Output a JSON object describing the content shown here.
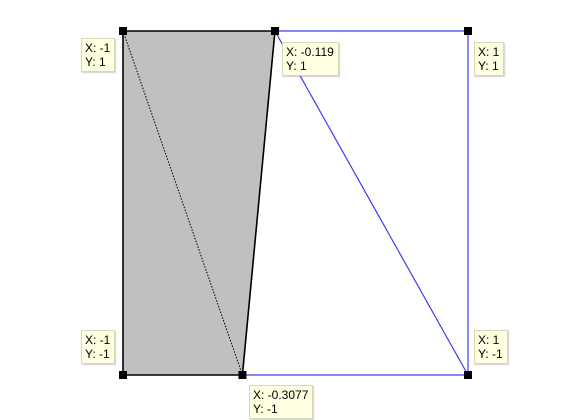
{
  "colors": {
    "filled_region": "#c0c0c0",
    "selected_edge": "#000000",
    "other_edge": "#3c3cf0",
    "label_background": "#ffffe1"
  },
  "chart_data": {
    "type": "scatter",
    "xlim": [
      -1,
      1
    ],
    "ylim": [
      -1,
      1
    ],
    "vertices": [
      {
        "id": "top-left",
        "x": -1,
        "y": 1,
        "label_x": "X: -1",
        "label_y": "Y: 1"
      },
      {
        "id": "top-mid",
        "x": -0.119,
        "y": 1,
        "label_x": "X: -0.119",
        "label_y": "Y: 1"
      },
      {
        "id": "top-right",
        "x": 1,
        "y": 1,
        "label_x": "X: 1",
        "label_y": "Y: 1"
      },
      {
        "id": "bottom-left",
        "x": -1,
        "y": -1,
        "label_x": "X: -1",
        "label_y": "Y: -1"
      },
      {
        "id": "bottom-mid",
        "x": -0.3077,
        "y": -1,
        "label_x": "X: -0.3077",
        "label_y": "Y: -1"
      },
      {
        "id": "bottom-right",
        "x": 1,
        "y": -1,
        "label_x": "X: 1",
        "label_y": "Y: -1"
      }
    ],
    "filled_polygon": [
      "top-left",
      "top-mid",
      "bottom-mid",
      "bottom-left"
    ],
    "edges": [
      {
        "from": "top-left",
        "to": "top-mid",
        "style": "solid",
        "color": "#000000"
      },
      {
        "from": "top-mid",
        "to": "bottom-mid",
        "style": "solid",
        "color": "#000000"
      },
      {
        "from": "bottom-mid",
        "to": "bottom-left",
        "style": "solid",
        "color": "#000000"
      },
      {
        "from": "bottom-left",
        "to": "top-left",
        "style": "solid",
        "color": "#000000"
      },
      {
        "from": "top-left",
        "to": "bottom-mid",
        "style": "dotted",
        "color": "#000000"
      },
      {
        "from": "top-mid",
        "to": "top-right",
        "style": "solid",
        "color": "#3c3cf0"
      },
      {
        "from": "top-right",
        "to": "bottom-right",
        "style": "solid",
        "color": "#3c3cf0"
      },
      {
        "from": "bottom-right",
        "to": "bottom-mid",
        "style": "solid",
        "color": "#3c3cf0"
      },
      {
        "from": "top-mid",
        "to": "bottom-right",
        "style": "solid",
        "color": "#3c3cf0"
      }
    ]
  }
}
